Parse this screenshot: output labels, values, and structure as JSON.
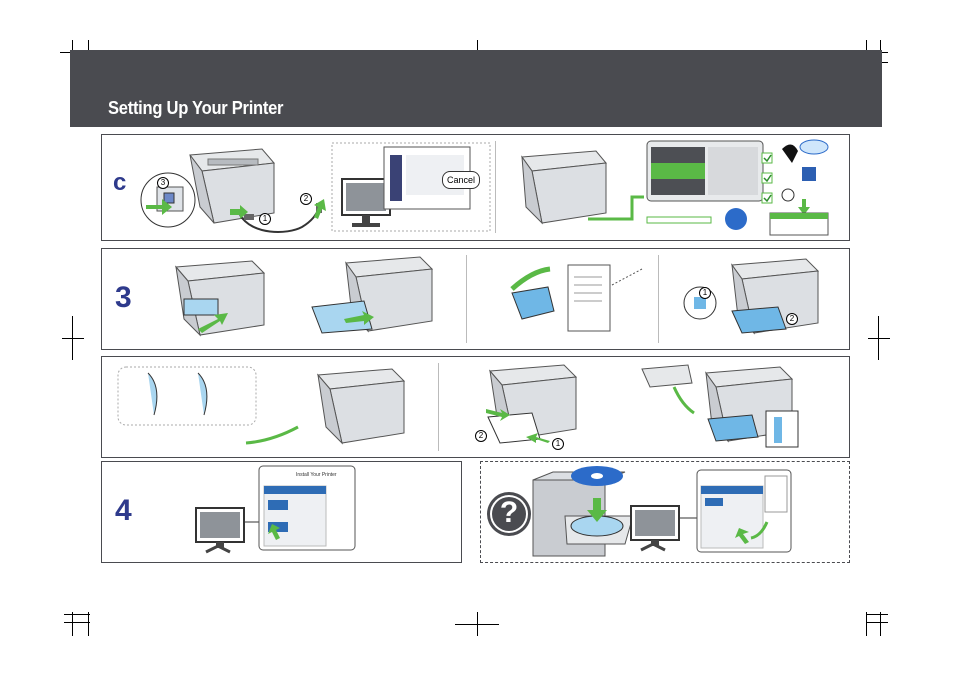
{
  "header": {
    "title": "Setting Up Your Printer"
  },
  "steps": {
    "c": "c",
    "three": "3",
    "four": "4"
  },
  "callouts": {
    "one": "1",
    "two": "2",
    "three": "3"
  },
  "dialog": {
    "cancel_label": "Cancel",
    "install_title": "Install Your Printer"
  },
  "question_icon": "?",
  "colors": {
    "header": "#4a4b50",
    "step_text": "#2e3a8c",
    "arrow": "#5ab946",
    "paper": "#a9d6f0"
  },
  "icons": [
    "power-cable-icon",
    "monitor-icon",
    "printer-icon",
    "cd-disc-icon",
    "question-icon",
    "check-icon",
    "calendar-icon",
    "clock-icon",
    "speech-icon"
  ]
}
